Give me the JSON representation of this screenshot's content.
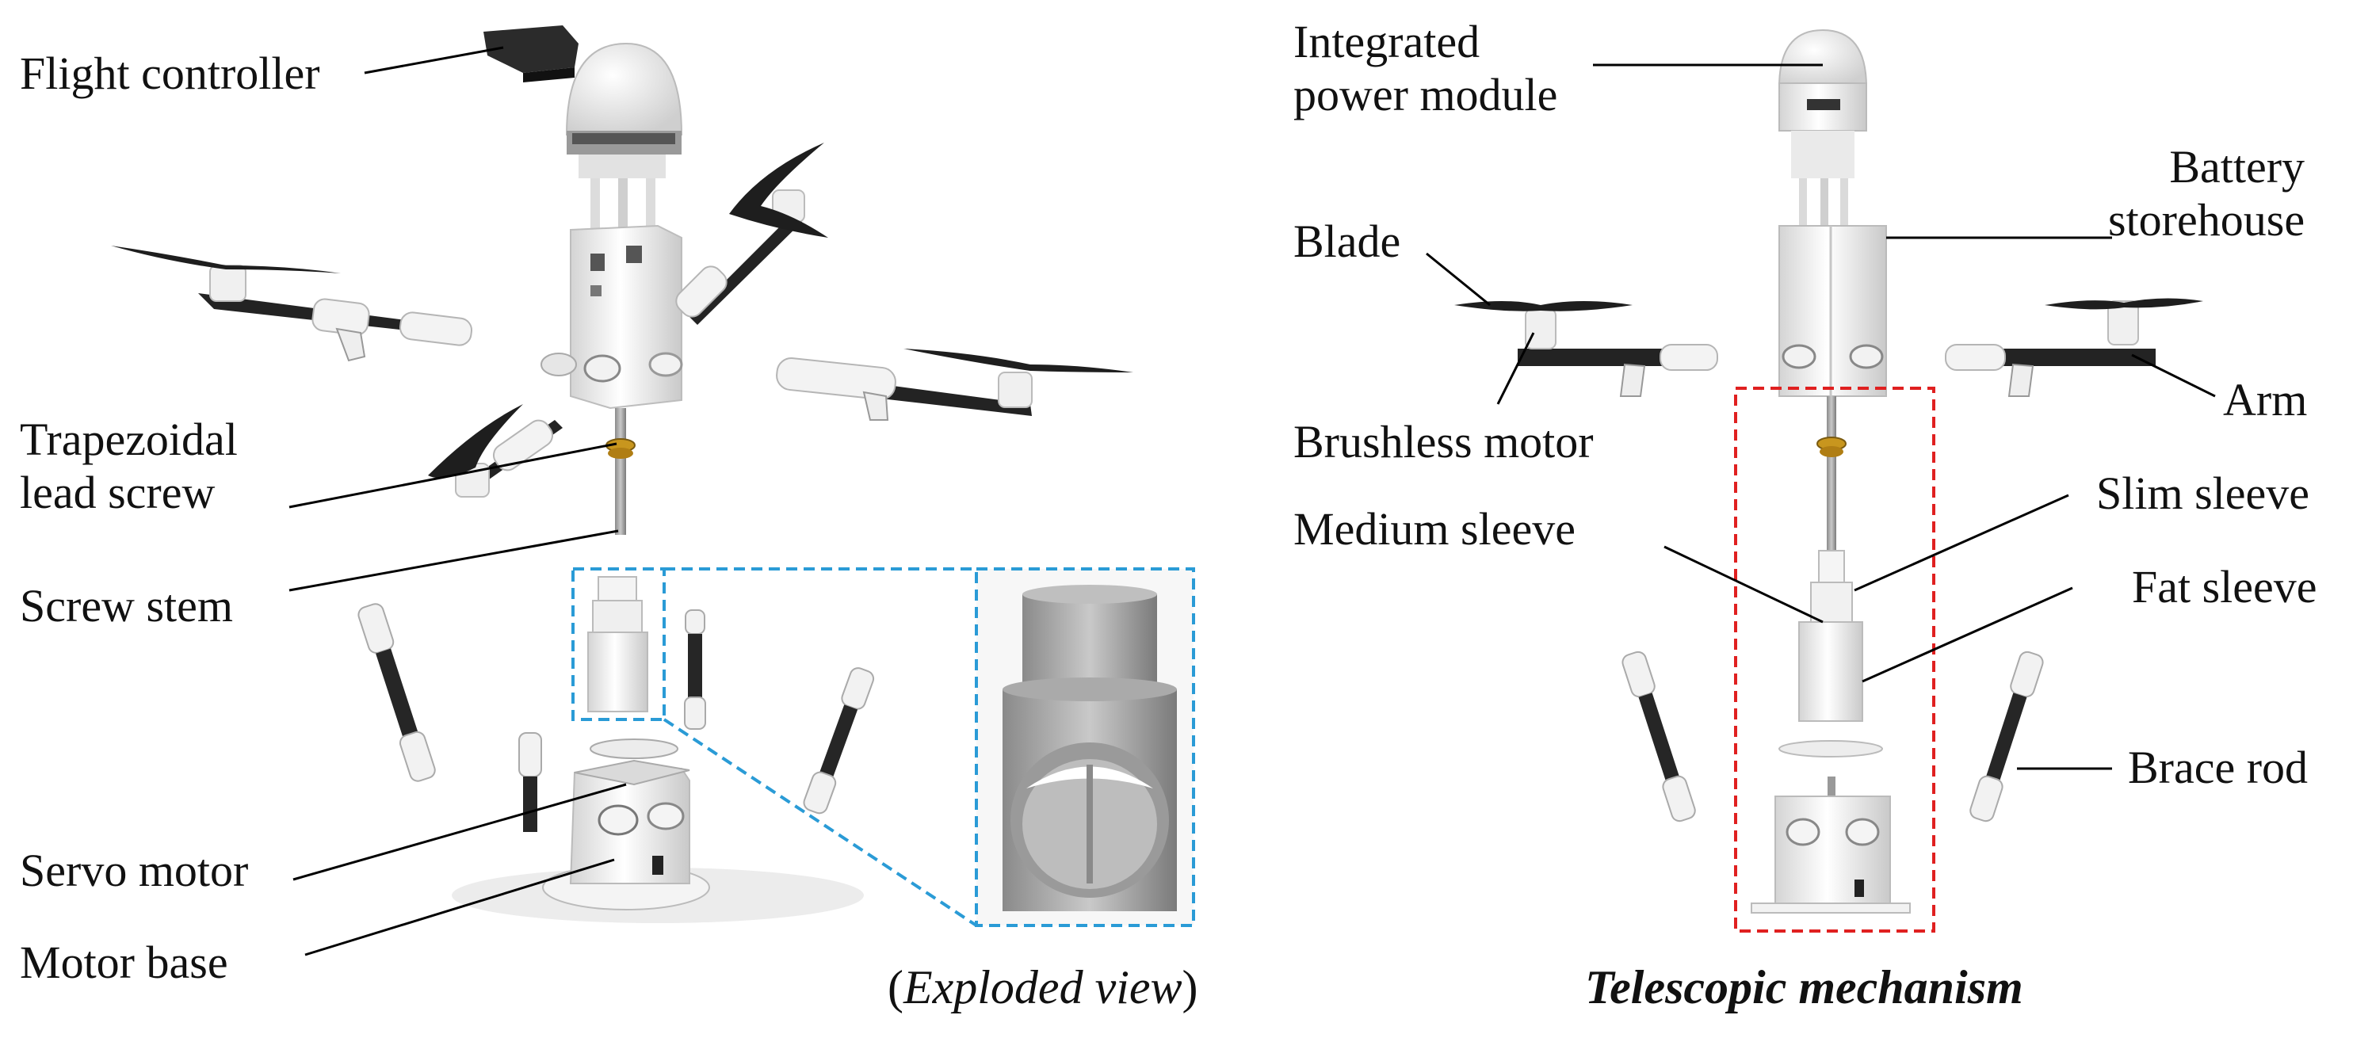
{
  "labels": {
    "flight_controller": "Flight controller",
    "trapezoidal_lead_screw": [
      "Trapezoidal",
      "lead screw"
    ],
    "screw_stem": "Screw stem",
    "servo_motor": "Servo motor",
    "motor_base": "Motor base",
    "integrated_power_module": [
      "Integrated",
      "power module"
    ],
    "battery_storehouse": [
      "Battery",
      "storehouse"
    ],
    "blade": "Blade",
    "brushless_motor": "Brushless motor",
    "arm": "Arm",
    "slim_sleeve": "Slim sleeve",
    "medium_sleeve": "Medium sleeve",
    "fat_sleeve": "Fat sleeve",
    "brace_rod": "Brace rod"
  },
  "captions": {
    "exploded_open": "(",
    "exploded_text": "Exploded view",
    "exploded_close": ")",
    "telescopic": "Telescopic mechanism"
  },
  "colors": {
    "body": "#f4f4f4",
    "body_shade": "#d9d9d9",
    "dark_rod": "#2a2a2a",
    "propeller": "#1e1e1e",
    "brass": "#c8961e",
    "zoom_box": "#2a9bd6",
    "mechanism_box": "#e02020",
    "leader": "#000000"
  }
}
